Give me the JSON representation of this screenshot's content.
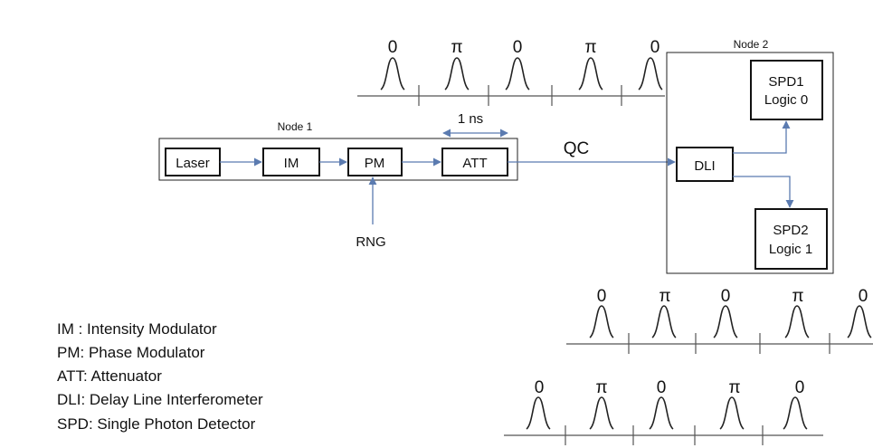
{
  "node1": {
    "label": "Node 1"
  },
  "node2": {
    "label": "Node 2"
  },
  "blocks": {
    "laser": "Laser",
    "im": "IM",
    "pm": "PM",
    "att": "ATT",
    "dli": "DLI",
    "spd1_line1": "SPD1",
    "spd1_line2": "Logic 0",
    "spd2_line1": "SPD2",
    "spd2_line2": "Logic 1"
  },
  "rng": "RNG",
  "channel": "QC",
  "spacing": "1 ns",
  "pulse_trains": {
    "top": [
      "0",
      "π",
      "0",
      "π",
      "0"
    ],
    "middle": [
      "0",
      "π",
      "0",
      "π",
      "0"
    ],
    "bottom": [
      "0",
      "π",
      "0",
      "π",
      "0"
    ]
  },
  "legend": [
    "IM : Intensity Modulator",
    "PM: Phase Modulator",
    "ATT: Attenuator",
    "DLI: Delay Line Interferometer",
    "SPD: Single Photon Detector"
  ]
}
